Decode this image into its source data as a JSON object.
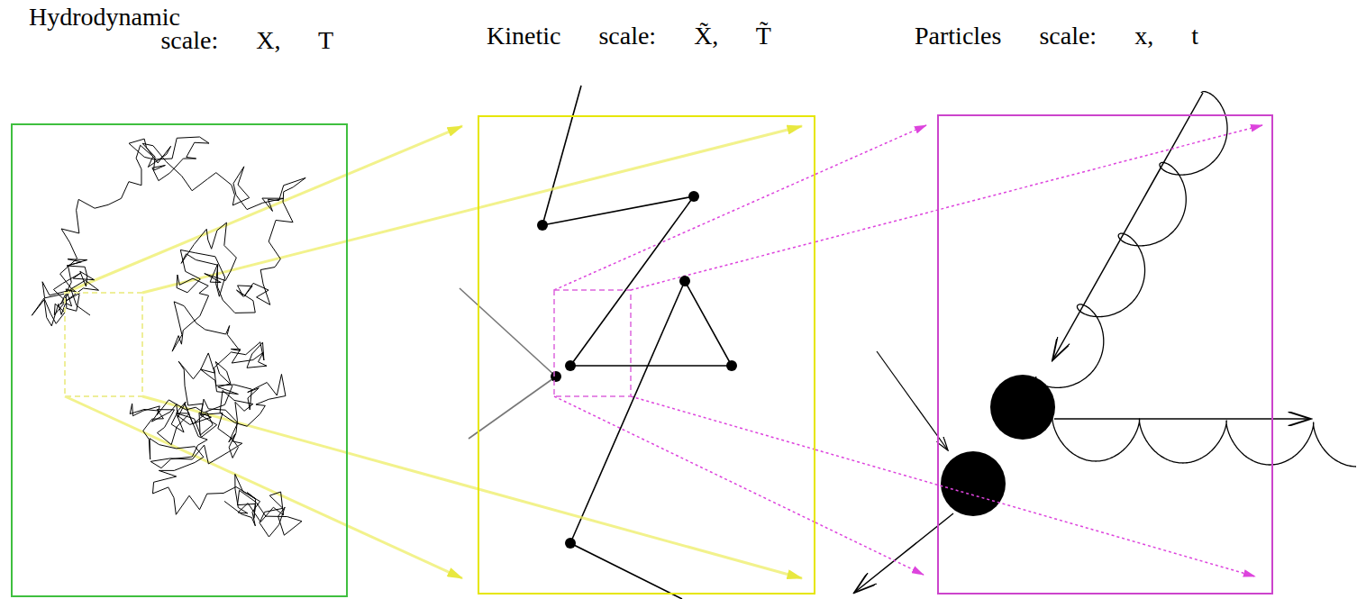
{
  "diagram": {
    "nodes": [
      {
        "text": [
          "Hydrodynamic scale: X, T"
        ]
      },
      {
        "text": [
          "Kinetic scale: X̃, T̃"
        ]
      },
      {
        "text": [
          "Particles scale: x, t"
        ]
      }
    ],
    "edges": [
      {
        "from": 0,
        "to": 1,
        "arrow": "to"
      },
      {
        "from": 0,
        "to": 1,
        "arrow": "to"
      },
      {
        "from": 0,
        "to": 1,
        "arrow": "to"
      },
      {
        "from": 0,
        "to": 1,
        "arrow": "to"
      },
      {
        "from": 1,
        "to": 2,
        "arrow": "to"
      },
      {
        "from": 1,
        "to": 2,
        "arrow": "to"
      },
      {
        "from": 1,
        "to": 2,
        "arrow": "to"
      },
      {
        "from": 1,
        "to": 2,
        "arrow": "to"
      }
    ]
  }
}
